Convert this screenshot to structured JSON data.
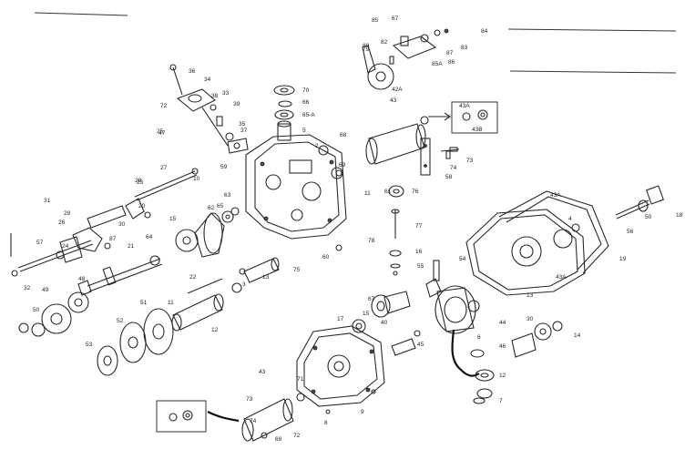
{
  "diagram": {
    "callouts": [
      "36",
      "34",
      "72",
      "33",
      "38",
      "39",
      "35",
      "37",
      "25",
      "70",
      "66",
      "65-A",
      "5",
      "68",
      "2",
      "69",
      "80",
      "85",
      "67",
      "84",
      "82",
      "83",
      "87",
      "86",
      "85A",
      "79",
      "42A",
      "43",
      "43A",
      "43B",
      "73",
      "74",
      "58",
      "10",
      "59",
      "31",
      "27",
      "28",
      "29",
      "26",
      "24",
      "23",
      "20",
      "30",
      "32",
      "57",
      "87",
      "21",
      "64",
      "63",
      "65",
      "62",
      "15",
      "47",
      "48",
      "49",
      "50",
      "51",
      "52",
      "53",
      "22",
      "11",
      "12",
      "13",
      "3",
      "75",
      "60",
      "61",
      "76",
      "77",
      "78",
      "16",
      "55",
      "54",
      "56",
      "50",
      "18",
      "19",
      "13",
      "40",
      "14",
      "30",
      "11",
      "67",
      "44",
      "43",
      "73",
      "74",
      "69",
      "72",
      "71",
      "8",
      "9",
      "17",
      "15",
      "45",
      "46",
      "12",
      "7",
      "6",
      "4",
      "43A",
      "43A"
    ]
  }
}
